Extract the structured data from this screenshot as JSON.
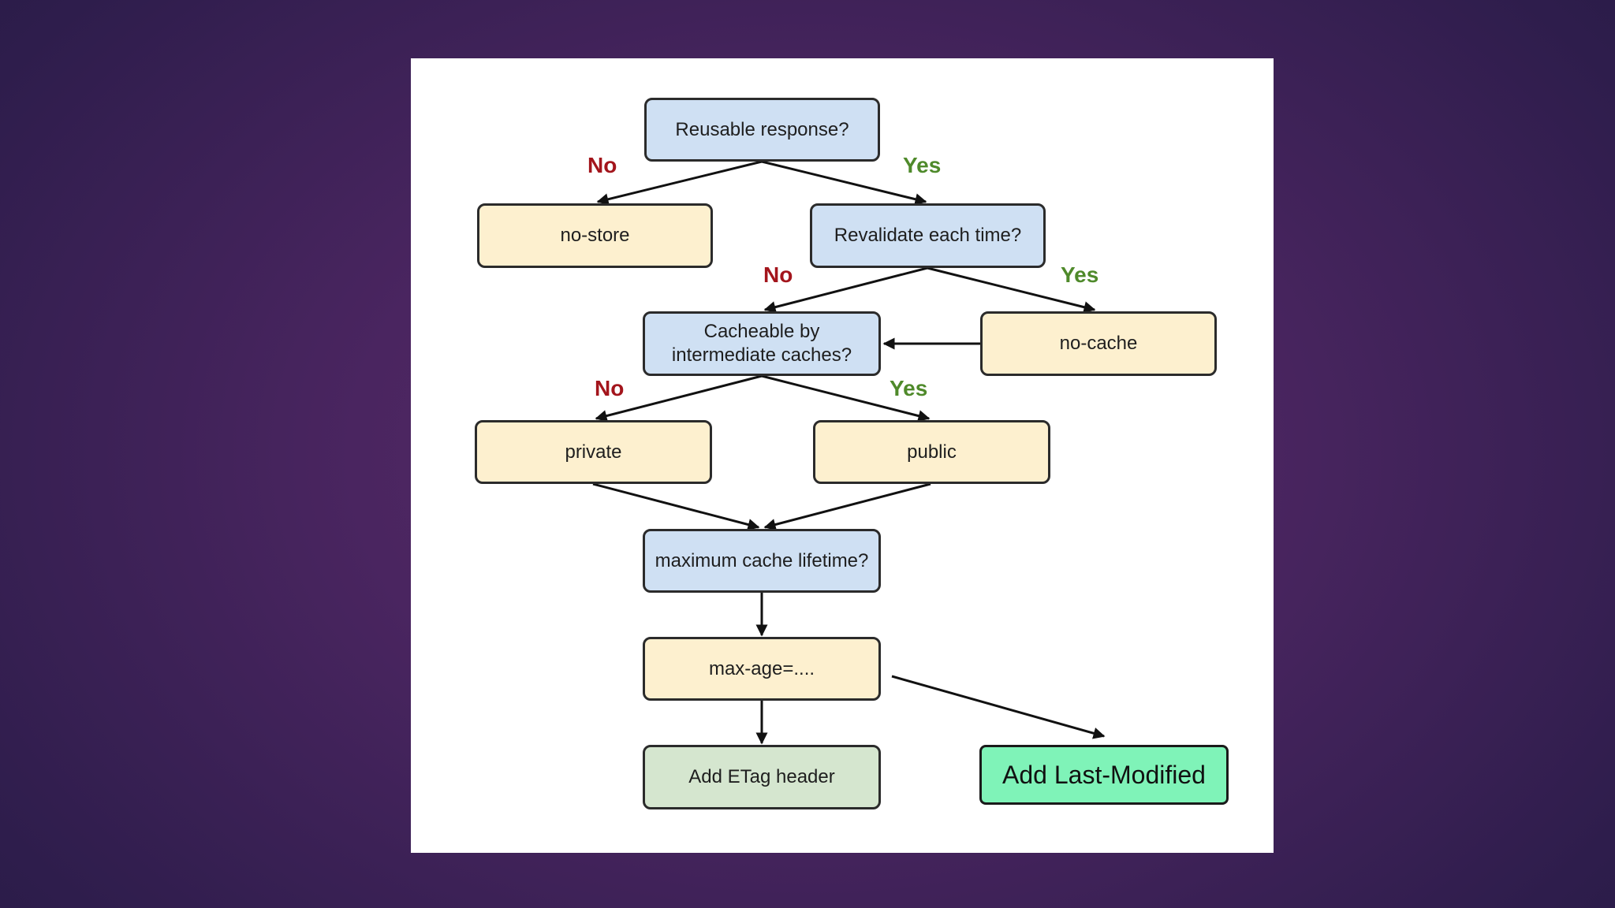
{
  "diagram": {
    "nodes": {
      "reusable": "Reusable response?",
      "no_store": "no-store",
      "revalidate": "Revalidate each time?",
      "cacheable": "Cacheable by intermediate caches?",
      "no_cache": "no-cache",
      "private": "private",
      "public": "public",
      "max_lifetime": "maximum cache lifetime?",
      "max_age": "max-age=....",
      "etag": "Add ETag header",
      "last_modified": "Add Last-Modified"
    },
    "labels": {
      "no_1": "No",
      "yes_1": "Yes",
      "no_2": "No",
      "yes_2": "Yes",
      "no_3": "No",
      "yes_3": "Yes"
    },
    "colors": {
      "question_fill": "#cfe0f3",
      "answer_fill": "#fdf0cf",
      "etag_fill": "#d5e6cf",
      "added_fill": "#7ff3b8",
      "no_label": "#a3151c",
      "yes_label": "#4f8a2b"
    }
  }
}
